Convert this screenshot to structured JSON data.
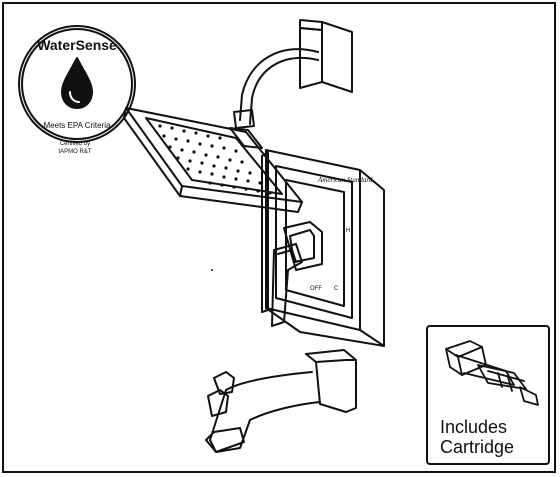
{
  "logo": {
    "brand_top": "WaterSense",
    "brand_bottom": "Meets EPA Criteria",
    "certified_line1": "Certified by",
    "certified_line2": "IAPMO R&T"
  },
  "product": {
    "faceplate_brand": "American Standard",
    "valve_marks": {
      "hot": "H",
      "off": "OFF",
      "cold": "C"
    }
  },
  "callout": {
    "line1": "Includes",
    "line2": "Cartridge"
  },
  "colors": {
    "line": "#111111",
    "background": "#ffffff"
  }
}
